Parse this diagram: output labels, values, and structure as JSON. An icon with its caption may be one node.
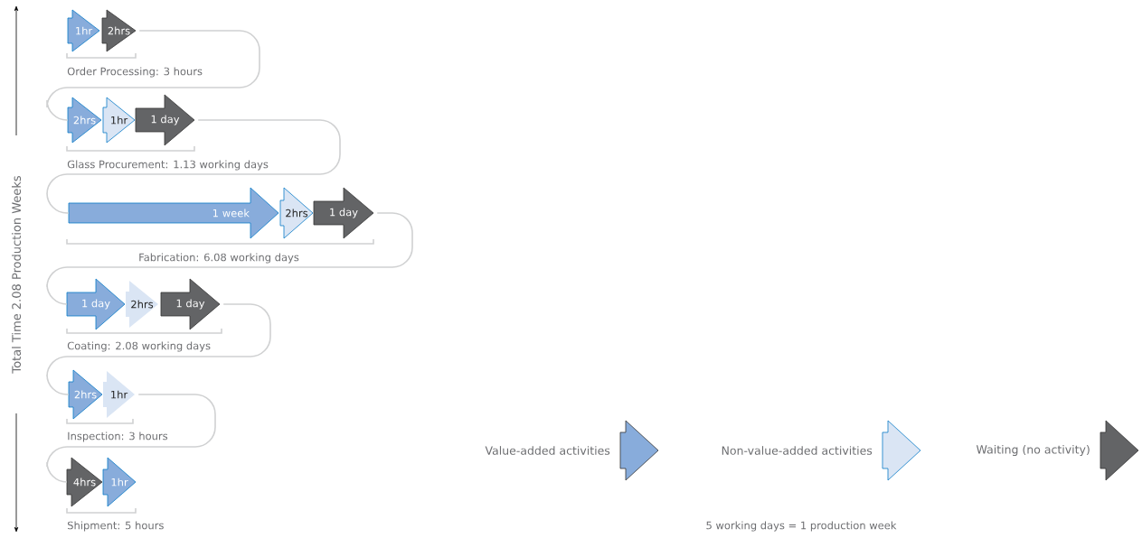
{
  "diagram": {
    "nodes": [
      {
        "text": [
          "1hr"
        ]
      },
      {
        "text": [
          "2hrs"
        ]
      },
      {
        "text": [
          "2hrs"
        ]
      },
      {
        "text": [
          "1hr"
        ]
      },
      {
        "text": [
          "1 day"
        ]
      },
      {
        "text": [
          "1 week"
        ]
      },
      {
        "text": [
          "2hrs"
        ]
      },
      {
        "text": [
          "1 day"
        ]
      },
      {
        "text": [
          "1 day"
        ]
      },
      {
        "text": [
          "2hrs"
        ]
      },
      {
        "text": [
          "1 day"
        ]
      },
      {
        "text": [
          "2hrs"
        ]
      },
      {
        "text": [
          "1hr"
        ]
      },
      {
        "text": [
          "4hrs"
        ]
      },
      {
        "text": [
          "1hr"
        ]
      }
    ],
    "edges": [
      {
        "from": 1,
        "to": 2,
        "arrow": "none"
      },
      {
        "from": 4,
        "to": 5,
        "arrow": "none"
      },
      {
        "from": 7,
        "to": 8,
        "arrow": "none"
      },
      {
        "from": 10,
        "to": 11,
        "arrow": "none"
      },
      {
        "from": 12,
        "to": 13,
        "arrow": "none"
      }
    ],
    "labels": [
      "Total Time 2.08 Production Weeks",
      "Order Processing: 3 hours",
      "Glass Procurement: 1.13 working days",
      "Fabrication: 6.08 working days",
      "Coating: 2.08 working days",
      "Inspection: 3 hours",
      "Shipment: 5 hours",
      "5 working days = 1 production week"
    ],
    "legend": [
      {
        "text": "Value-added activities",
        "color": "#88acdb"
      },
      {
        "text": "Non-value-added activities",
        "color": "#dae5f4"
      },
      {
        "text": "Waiting (no activity)",
        "color": "#636466"
      }
    ]
  }
}
